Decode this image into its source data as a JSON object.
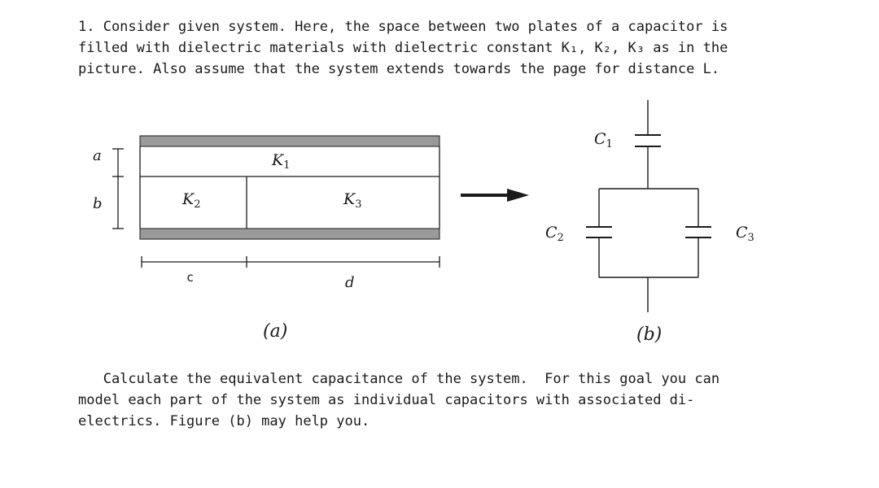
{
  "problem": {
    "intro_lines": [
      "1. Consider given system. Here, the space between two plates of a capacitor is",
      "filled with dielectric materials with dielectric constant K₁, K₂, K₃ as in the",
      "picture. Also assume that the system extends towards the page for distance L."
    ],
    "question_lines": [
      "   Calculate the equivalent capacitance of the system.  For this goal you can",
      "model each part of the system as individual capacitors with associated di-",
      "electrics. Figure (b) may help you."
    ]
  },
  "figure_a": {
    "label_a": "a",
    "label_b": "b",
    "label_c": "c",
    "label_d": "d",
    "k1": "K",
    "k1_sub": "1",
    "k2": "K",
    "k2_sub": "2",
    "k3": "K",
    "k3_sub": "3",
    "caption": "(a)"
  },
  "figure_b": {
    "c1": "C",
    "c1_sub": "1",
    "c2": "C",
    "c2_sub": "2",
    "c3": "C",
    "c3_sub": "3",
    "caption": "(b)"
  },
  "colors": {
    "plate": "#9a9a9a",
    "line": "#1a1a1a"
  }
}
